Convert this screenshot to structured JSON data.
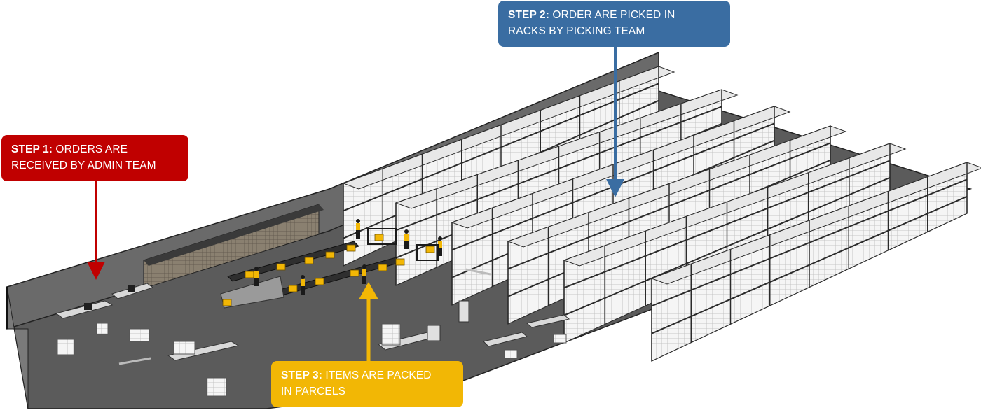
{
  "callouts": {
    "step1": {
      "label": "STEP 1:",
      "line1": "ORDERS ARE",
      "line2": "RECEIVED BY ADMIN TEAM",
      "color": "#c00000"
    },
    "step2": {
      "label": "STEP 2:",
      "line1": "ORDER ARE PICKED IN",
      "line2": "RACKS BY PICKING TEAM",
      "color": "#3a6da2"
    },
    "step3": {
      "label": "STEP 3:",
      "line1": "ITEMS ARE PACKED",
      "line2": "IN PARCELS",
      "color": "#f2b705"
    }
  },
  "colors": {
    "floor": "#5b5b5b",
    "wall": "#6a6a6a",
    "rack_frame": "#2b2b2b",
    "boxes": "#f4f4f4",
    "conveyor": "#2f2f2f",
    "parcel": "#f2b705"
  }
}
